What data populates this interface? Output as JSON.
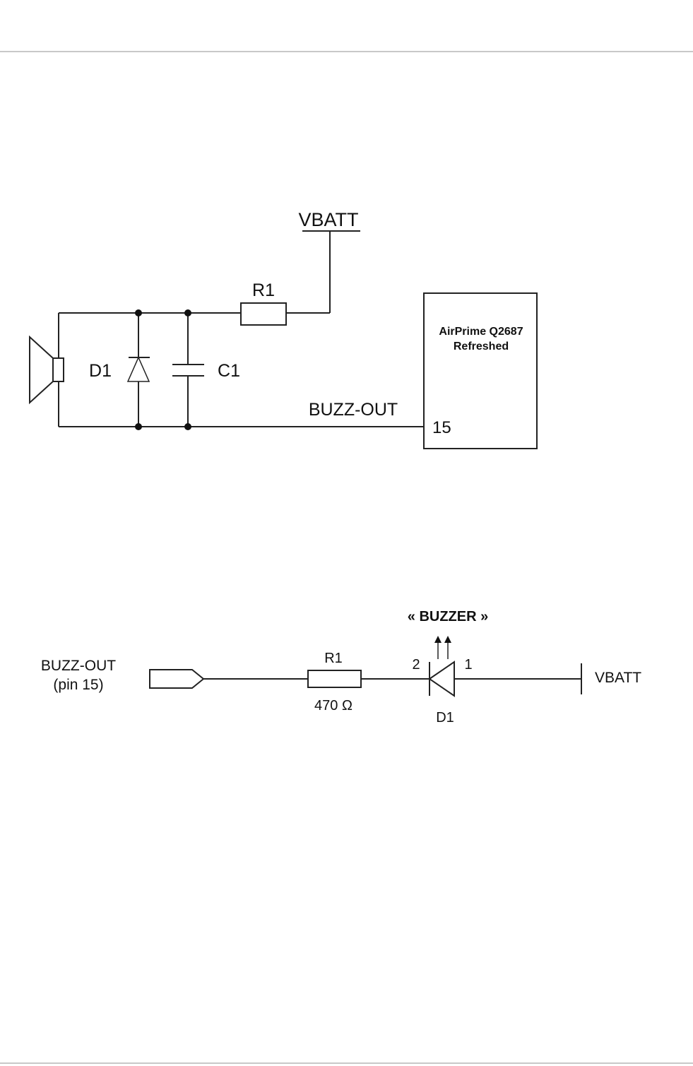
{
  "circuit1": {
    "vbatt_label": "VBATT",
    "r1_label": "R1",
    "d1_label": "D1",
    "c1_label": "C1",
    "buzz_out_label": "BUZZ-OUT",
    "module_name_line1": "AirPrime Q2687",
    "module_name_line2": "Refreshed",
    "pin_label": "15"
  },
  "circuit2": {
    "buzzer_label": "« BUZZER »",
    "buzz_out_line1": "BUZZ-OUT",
    "buzz_out_line2": "(pin 15)",
    "r1_label": "R1",
    "r1_value": "470 Ω",
    "pin2_label": "2",
    "pin1_label": "1",
    "d1_label": "D1",
    "vbatt_label": "VBATT"
  },
  "colors": {
    "line": "#222222",
    "rule": "#c8c8c8"
  }
}
